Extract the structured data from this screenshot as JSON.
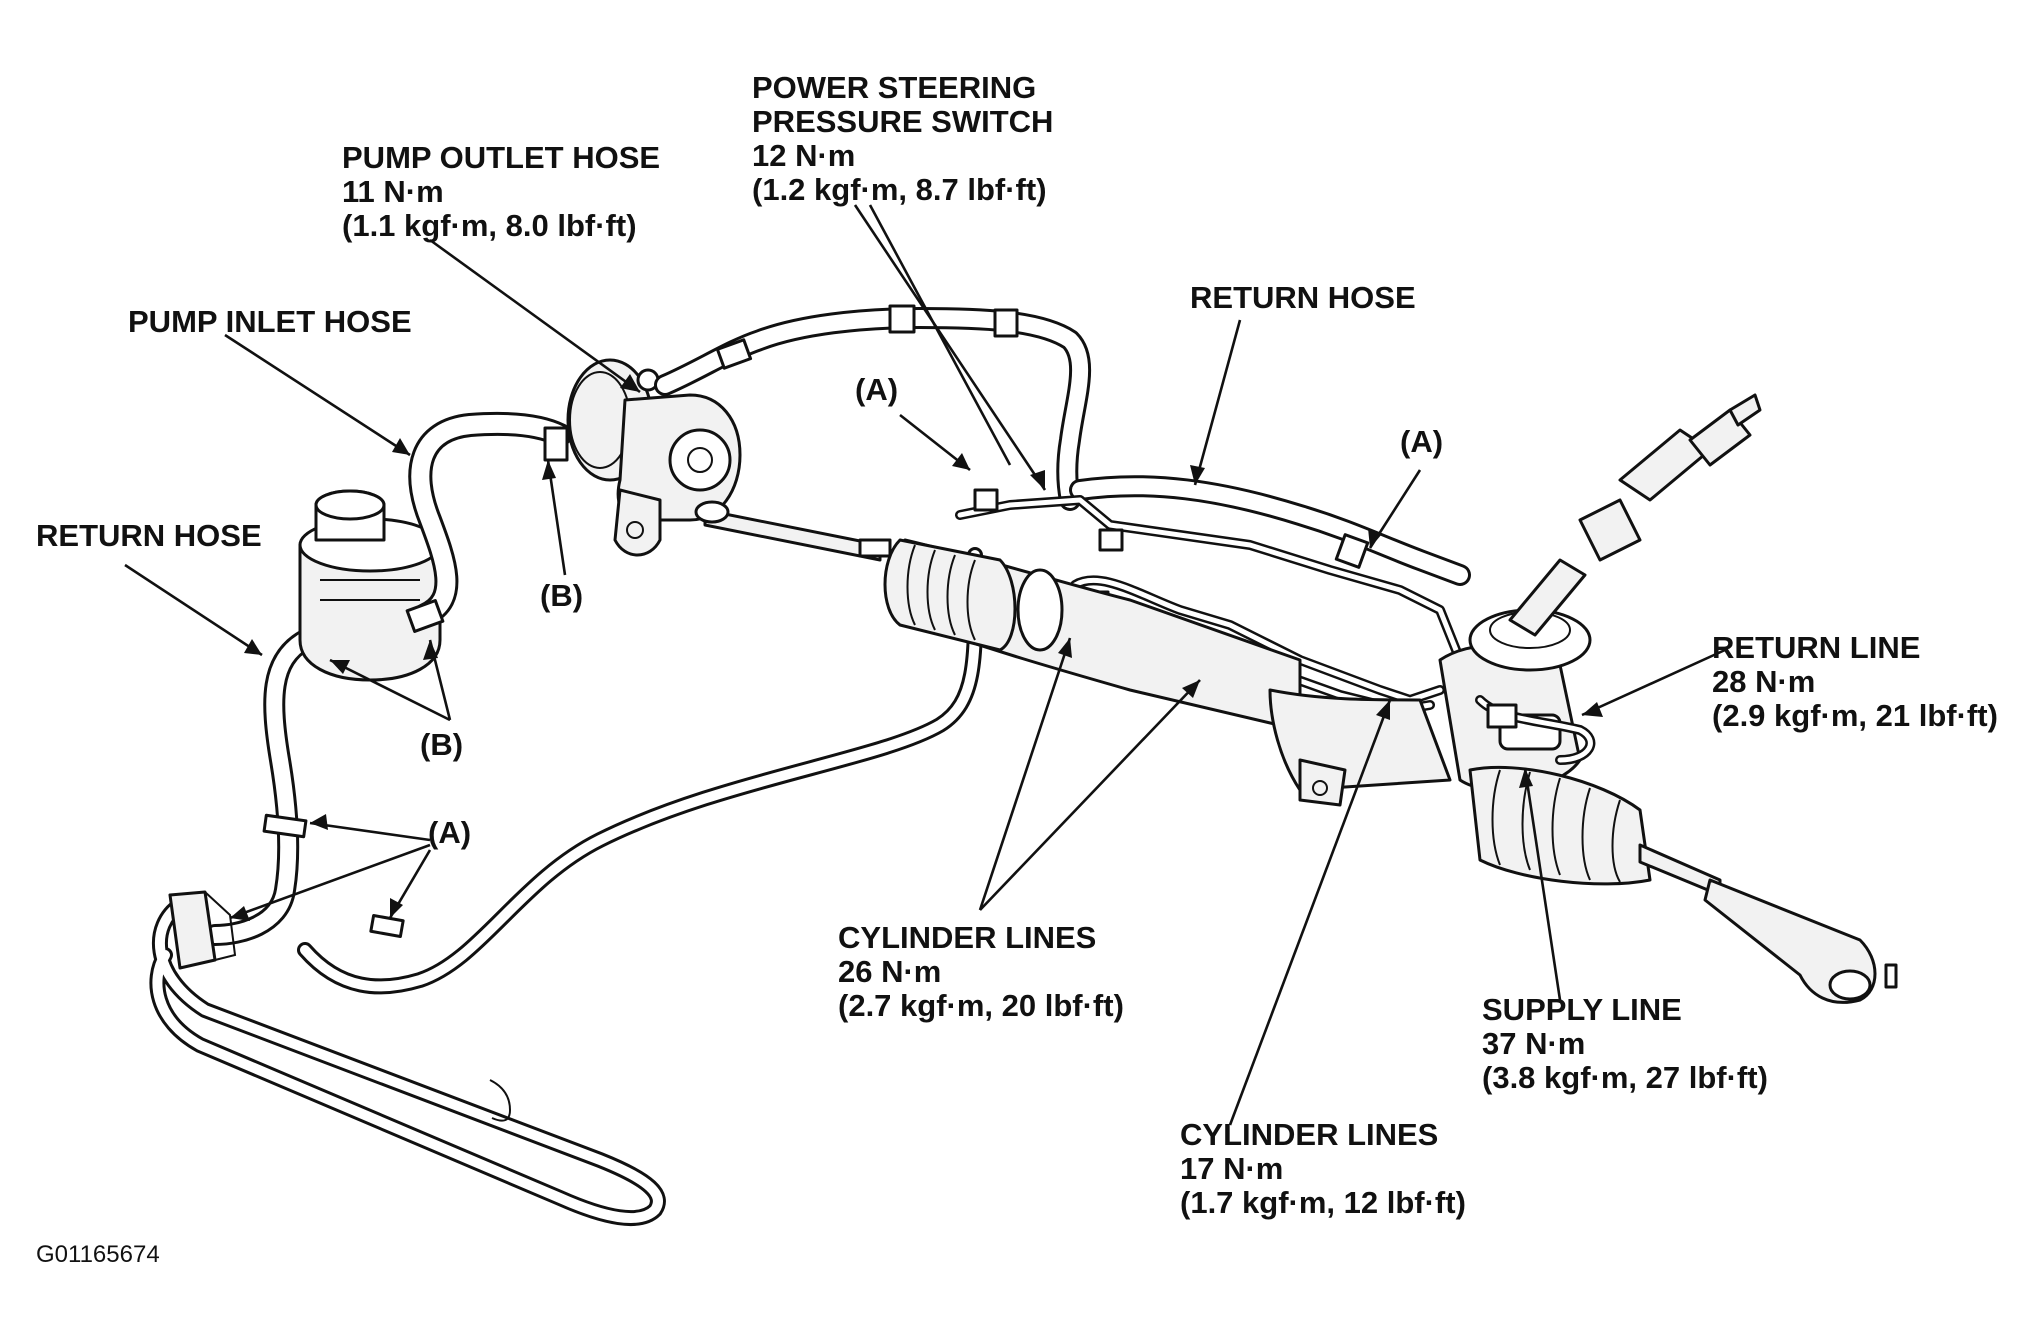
{
  "labels": {
    "pump_outlet_hose": {
      "title": "PUMP OUTLET HOSE",
      "torque": "11 N·m",
      "detail": "(1.1 kgf·m, 8.0 lbf·ft)"
    },
    "power_steering_switch": {
      "title_line1": "POWER STEERING",
      "title_line2": "PRESSURE SWITCH",
      "torque": "12 N·m",
      "detail": "(1.2 kgf·m, 8.7 lbf·ft)"
    },
    "pump_inlet_hose": {
      "title": "PUMP INLET HOSE"
    },
    "return_hose_top": {
      "title": "RETURN HOSE"
    },
    "return_hose_left": {
      "title": "RETURN HOSE"
    },
    "return_line": {
      "title": "RETURN LINE",
      "torque": "28 N·m",
      "detail": "(2.9 kgf·m, 21 lbf·ft)"
    },
    "cylinder_lines_26": {
      "title": "CYLINDER LINES",
      "torque": "26 N·m",
      "detail": "(2.7 kgf·m, 20 lbf·ft)"
    },
    "supply_line": {
      "title": "SUPPLY LINE",
      "torque": "37 N·m",
      "detail": "(3.8 kgf·m, 27 lbf·ft)"
    },
    "cylinder_lines_17": {
      "title": "CYLINDER LINES",
      "torque": "17 N·m",
      "detail": "(1.7 kgf·m, 12 lbf·ft)"
    }
  },
  "callouts": {
    "a_top": "(A)",
    "a_right": "(A)",
    "a_left": "(A)",
    "b_pump": "(B)",
    "b_reservoir": "(B)"
  },
  "figure_code": "G01165674"
}
